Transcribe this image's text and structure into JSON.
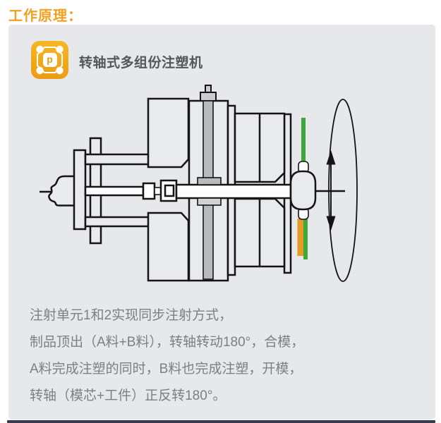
{
  "header": {
    "title": "工作原理："
  },
  "panel": {
    "heading": "转轴式多组份注塑机",
    "icon_letter": "p"
  },
  "description": {
    "lines": [
      "注射单元1和2实现同步注射方式，",
      "制品顶出（A料+B料），转轴转动180°，合模，",
      "A料完成注塑的同时，B料也完成注塑，开模，",
      "转轴（模芯+工件）正反转180°。"
    ]
  },
  "diagram": {
    "subject": "rotary-shaft multi-component injection molding machine",
    "rotation_degrees_shown_in_text": "180°"
  },
  "colors": {
    "accent-orange": "#f2a01f",
    "panel-bg": "#e7e8eb",
    "heading-text": "#55565a",
    "body-text": "#7d7f83",
    "bar-green": "#3fa83c",
    "bar-orange": "#e59a28",
    "icon-top": "#f7b722",
    "icon-bottom": "#ec9c14",
    "footer-bar": "#383b4d",
    "diagram-stroke": "#141414"
  }
}
